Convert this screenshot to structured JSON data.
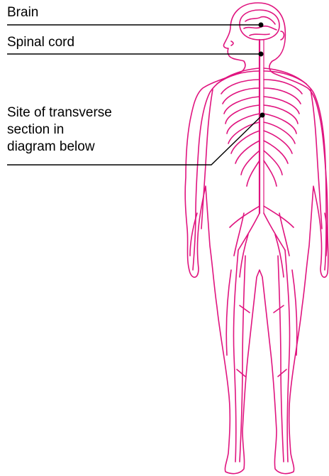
{
  "labels": {
    "brain": "Brain",
    "spinal_cord": "Spinal cord",
    "site_line1": "Site of transverse",
    "site_line2": "section in",
    "site_line3": "diagram below"
  },
  "colors": {
    "nerve": "#e0147f",
    "leader": "#000000",
    "text": "#000000"
  }
}
